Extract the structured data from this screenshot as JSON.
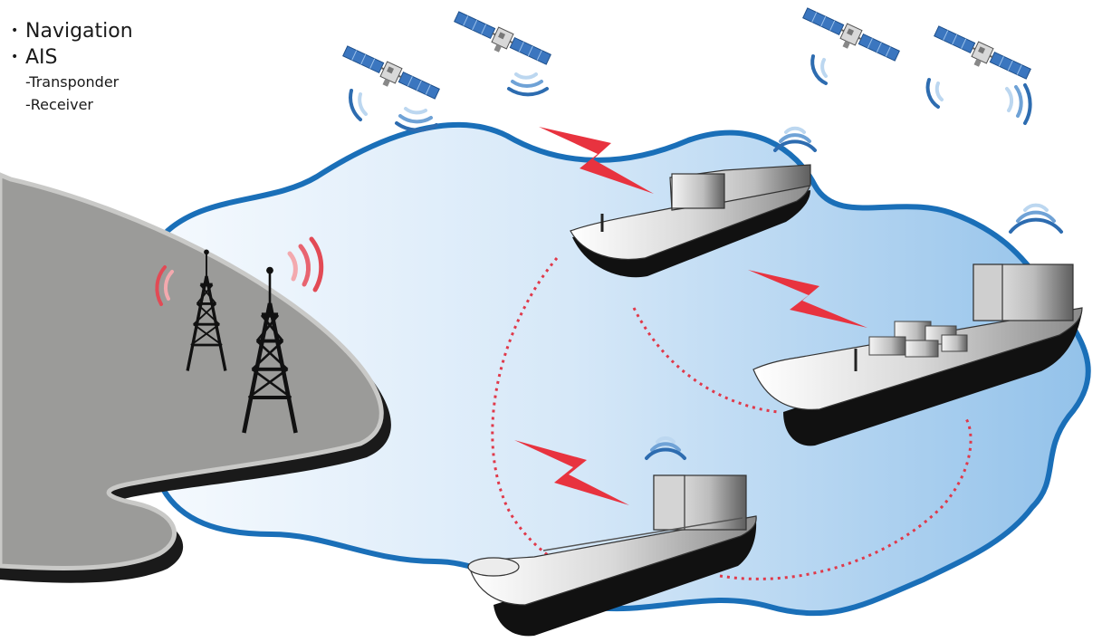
{
  "legend": {
    "items": [
      {
        "label": "Navigation"
      },
      {
        "label": "AIS",
        "sub": [
          "-Transponder",
          "-Receiver"
        ]
      }
    ]
  },
  "colors": {
    "sea_outline": "#1a6fb8",
    "sea_light": "#f4f9fe",
    "sea_dark": "#9ec8ec",
    "land": "#9b9b99",
    "land_edge": "#c9c9c7",
    "lightning": "#e8333f",
    "ais_range": "#e0394a",
    "signal_blue": "#2d6cb0",
    "signal_red": "#e24a55",
    "satellite_panel": "#3b76bf"
  },
  "icons": [
    "satellite-icon",
    "signal-wave-icon",
    "radio-tower-icon",
    "lightning-bolt-icon",
    "ship-icon"
  ]
}
